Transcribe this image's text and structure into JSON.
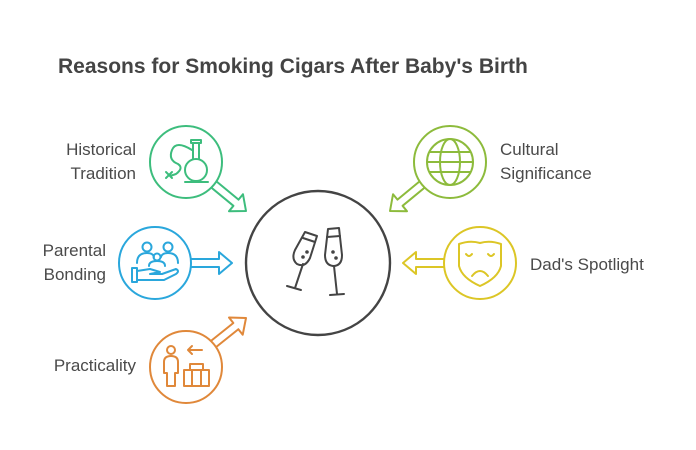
{
  "title": "Reasons for Smoking Cigars After Baby's Birth",
  "center": {
    "icon": "champagne-toast-icon",
    "color": "#444444"
  },
  "reasons": [
    {
      "id": "historical",
      "line1": "Historical",
      "line2": "Tradition",
      "icon": "hookah-icon",
      "color": "#3dbd7d"
    },
    {
      "id": "cultural",
      "line1": "Cultural",
      "line2": "Significance",
      "icon": "globe-icon",
      "color": "#8dbb3c"
    },
    {
      "id": "parental",
      "line1": "Parental",
      "line2": "Bonding",
      "icon": "family-care-icon",
      "color": "#2aa7dc"
    },
    {
      "id": "dad",
      "line1": "Dad's Spotlight",
      "icon": "theater-mask-icon",
      "color": "#dcc626"
    },
    {
      "id": "practicality",
      "line1": "Practicality",
      "icon": "traveler-luggage-icon",
      "color": "#e0883a"
    }
  ]
}
